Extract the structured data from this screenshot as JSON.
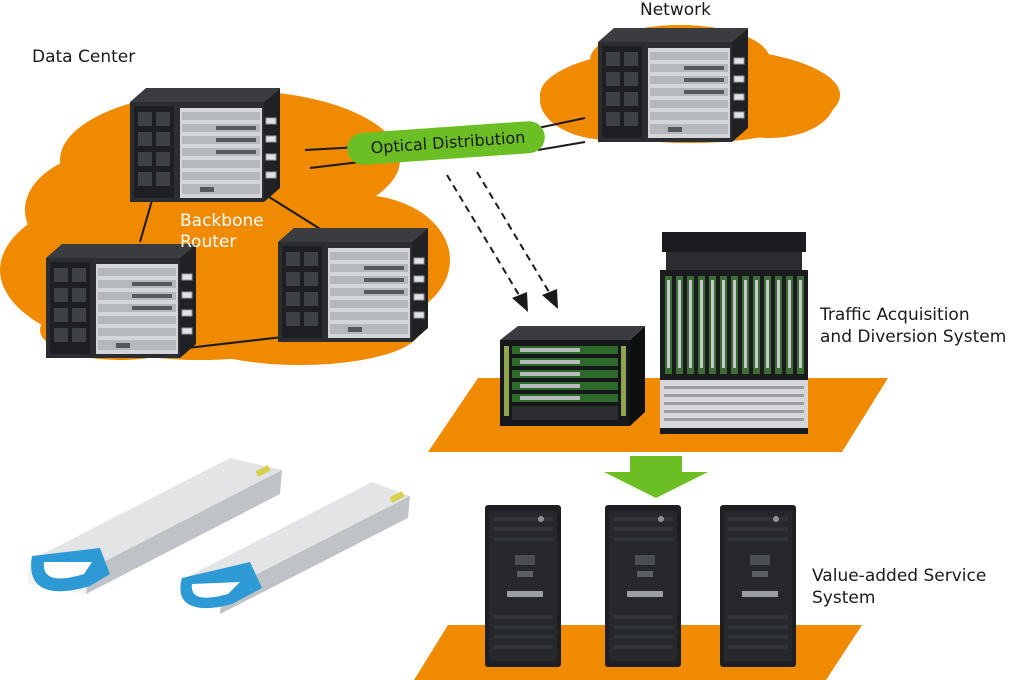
{
  "labels": {
    "data_center": "Data Center",
    "network": "Network",
    "backbone_router_line1": "Backbone",
    "backbone_router_line2": "Router",
    "optical_distribution": "Optical Distribution",
    "traffic_line1": "Traffic Acquisition",
    "traffic_line2": "and Diversion System",
    "value_line1": "Value-added Service",
    "value_line2": "System"
  },
  "colors": {
    "cloud": "#f08a00",
    "platform": "#f08a00",
    "optical_pill": "#6bbf24",
    "down_arrow": "#6bbf24",
    "transceiver_tab": "#2d9ad6",
    "chassis_dark": "#2b2d31",
    "chassis_silver": "#c9cbcf"
  },
  "icons": {
    "router": "router-chassis-icon",
    "traffic_device": "traffic-acquisition-chassis-icon",
    "pc": "tower-pc-icon",
    "transceiver": "optical-transceiver-module-icon"
  }
}
